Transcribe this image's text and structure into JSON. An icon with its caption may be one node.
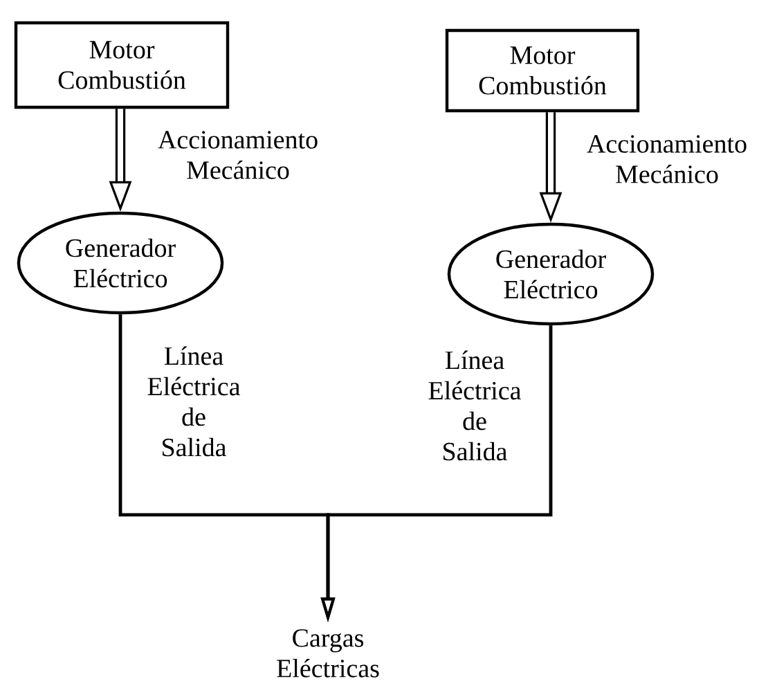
{
  "diagram": {
    "nodes": [
      {
        "text": [
          "Motor Combustión"
        ]
      },
      {
        "text": [
          "Motor Combustión"
        ]
      },
      {
        "text": [
          "Generador Eléctrico"
        ]
      },
      {
        "text": [
          "Generador Eléctrico"
        ]
      },
      {
        "text": [
          "Cargas Eléctricas"
        ]
      }
    ],
    "edges": [
      {
        "from": 0,
        "to": 2,
        "arrow": "to",
        "label": "Accionamiento Mecánico",
        "style": "thick"
      },
      {
        "from": 1,
        "to": 3,
        "arrow": "to",
        "label": "Accionamiento Mecánico",
        "style": "thick"
      },
      {
        "from": 2,
        "to": 4,
        "arrow": "to",
        "label": "Línea Eléctrica de Salida"
      },
      {
        "from": 3,
        "to": 4,
        "arrow": "to",
        "label": "Línea Eléctrica de Salida"
      }
    ]
  }
}
